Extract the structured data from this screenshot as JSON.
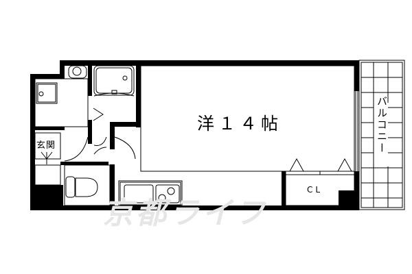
{
  "floorplan": {
    "rooms": {
      "main_room": {
        "label": "洋１４帖",
        "type": "Western-style room",
        "size_jo": 14
      },
      "closet": {
        "label": "CL"
      },
      "entrance": {
        "label": "玄関"
      },
      "balcony": {
        "label": "バルコニー"
      }
    },
    "fixtures": [
      "washing-machine-pan",
      "washbasin",
      "bathtub",
      "toilet",
      "kitchen-sink",
      "two-burner-stove",
      "shoe-box"
    ],
    "watermark": "京都ライフ",
    "colors": {
      "wall": "#000000",
      "background": "#ffffff",
      "watermark": "#e6e6e6"
    }
  }
}
